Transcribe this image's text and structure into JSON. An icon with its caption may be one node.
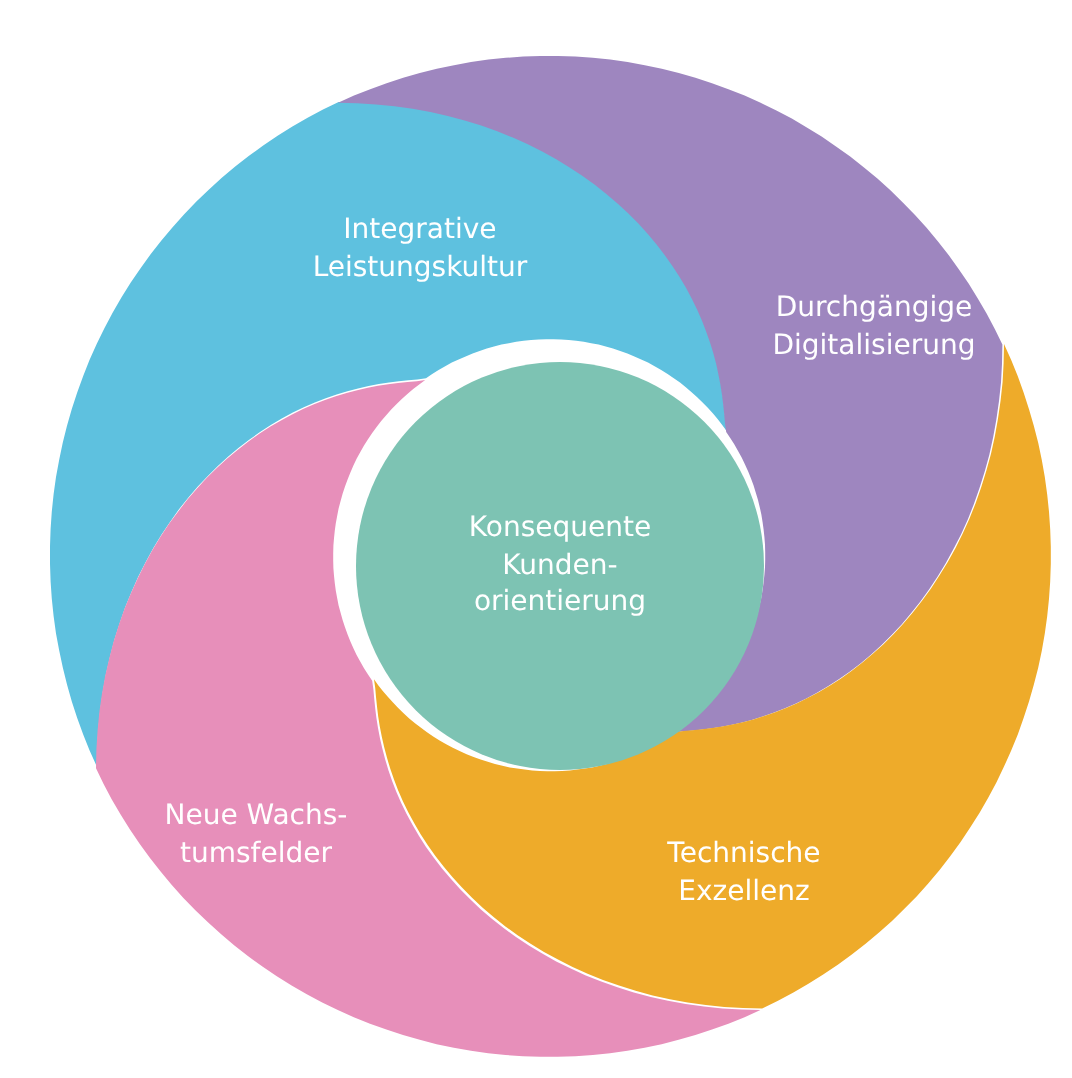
{
  "diagram": {
    "nodes": [
      {
        "text": [
          "Integrative Leistungskultur"
        ]
      },
      {
        "text": [
          "Durchgängige Digitalisierung"
        ]
      },
      {
        "text": [
          "Technische Exzellenz"
        ]
      },
      {
        "text": [
          "Neue Wachs- tumsfelder"
        ]
      },
      {
        "text": [
          "Konsequente Kunden- orientierung"
        ]
      }
    ],
    "edges": []
  }
}
